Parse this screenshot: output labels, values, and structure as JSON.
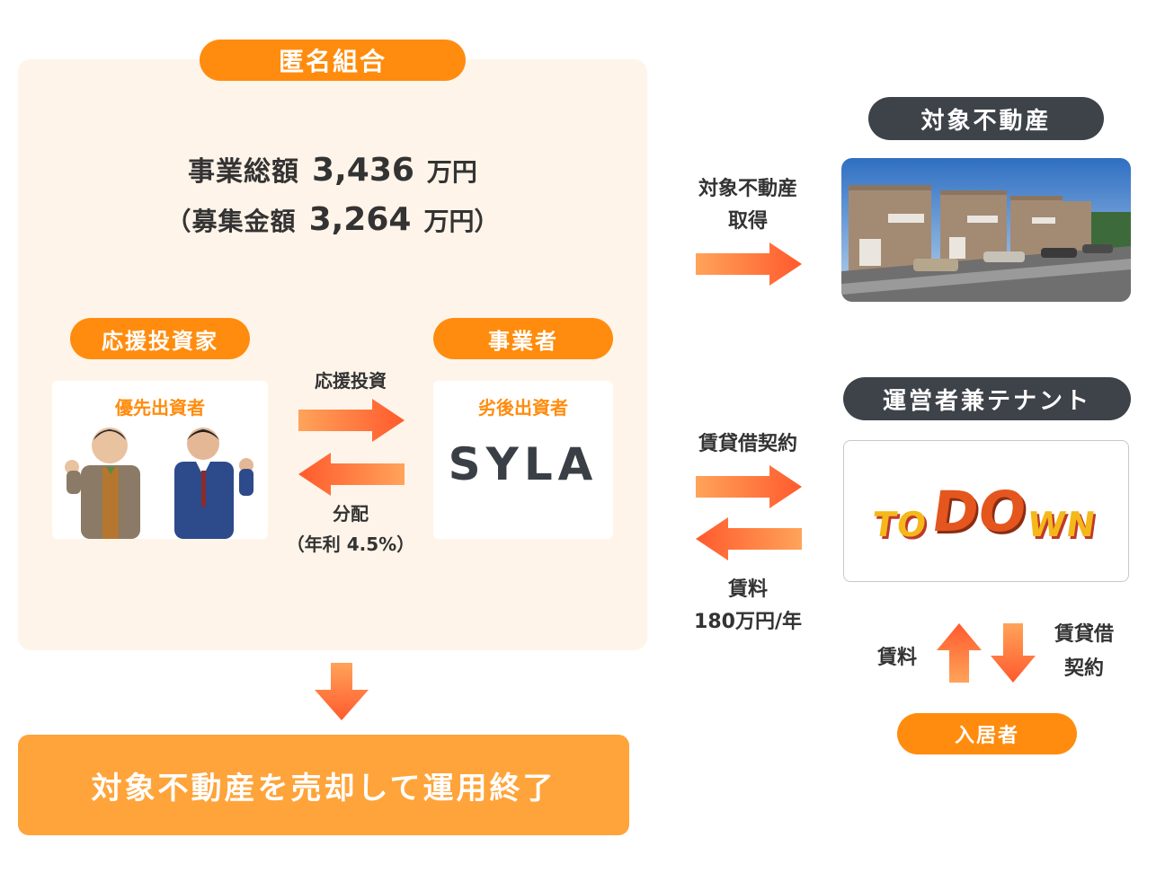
{
  "anonymous_partnership": {
    "title": "匿名組合",
    "total_label": "事業総額",
    "total_value": "3,436",
    "total_unit": "万円",
    "raise_open": "（募集金額",
    "raise_value": "3,264",
    "raise_unit": "万円）"
  },
  "investor": {
    "tag": "応援投資家",
    "card_title": "優先出資者"
  },
  "operator": {
    "tag": "事業者",
    "card_title": "劣後出資者",
    "logo_text": "SYLA"
  },
  "flow_middle": {
    "invest_label": "応援投資",
    "distribute_label": "分配",
    "distribute_rate": "（年利 4.5%）"
  },
  "exit": {
    "label": "対象不動産を売却して運用終了"
  },
  "property": {
    "tag": "対象不動産",
    "acquire_line1": "対象不動産",
    "acquire_line2": "取得"
  },
  "tenant": {
    "tag": "運営者兼テナント",
    "lease_label": "賃貸借契約",
    "rent_label": "賃料",
    "rent_amount": "180万円/年",
    "logo_to": "TO",
    "logo_do": "DO",
    "logo_wn": "WN"
  },
  "resident": {
    "tag": "入居者",
    "rent_label": "賃料",
    "lease_line1": "賃貸借",
    "lease_line2": "契約"
  },
  "colors": {
    "orange": "#ff8c0e",
    "dark": "#3e4249",
    "panel": "#fff4e9",
    "arrow": "#ff6b3d"
  }
}
